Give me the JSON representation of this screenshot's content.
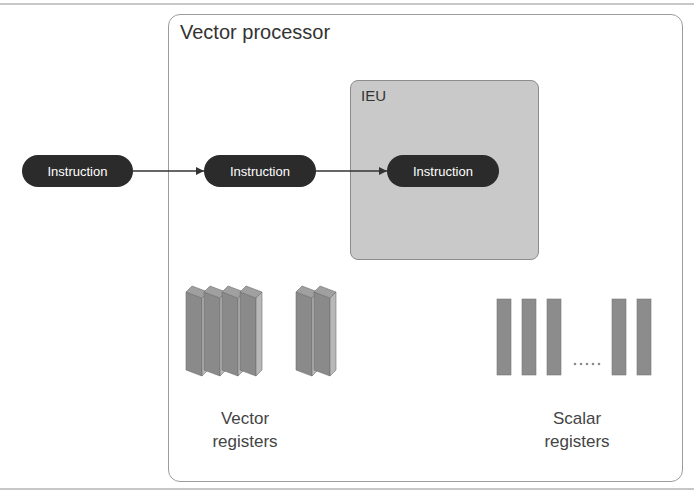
{
  "diagram": {
    "nodes": [
      {
        "text": [
          "Vector processor"
        ]
      },
      {
        "text": [
          "Instruction"
        ]
      },
      {
        "text": [
          "Instruction"
        ],
        "in": 0
      },
      {
        "text": [
          "IEU"
        ],
        "in": 0
      },
      {
        "text": [
          "Instruction"
        ],
        "in": 3
      }
    ],
    "edges": [
      {
        "from": 1,
        "to": 2,
        "arrow": "to"
      },
      {
        "from": 2,
        "to": 4,
        "arrow": "to"
      }
    ],
    "labels": [
      "Vector registers",
      "Scalar registers"
    ]
  }
}
